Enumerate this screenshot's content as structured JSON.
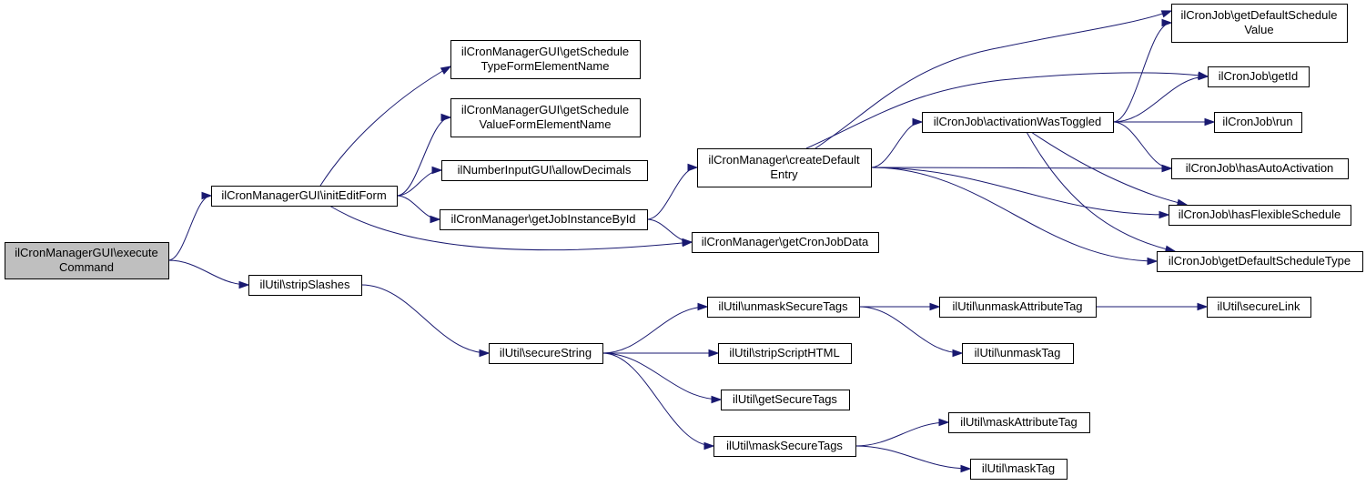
{
  "colors": {
    "edge": "#191970",
    "node_fill": "#ffffff",
    "root_fill": "#bfbfbf",
    "node_stroke": "#000000"
  },
  "nodes": [
    {
      "id": "exec",
      "lines": [
        "ilCronManagerGUI\\execute",
        "Command"
      ],
      "highlight": true
    },
    {
      "id": "init",
      "lines": [
        "ilCronManagerGUI\\initEditForm"
      ]
    },
    {
      "id": "strip",
      "lines": [
        "ilUtil\\stripSlashes"
      ]
    },
    {
      "id": "gstfen",
      "lines": [
        "ilCronManagerGUI\\getSchedule",
        "TypeFormElementName"
      ]
    },
    {
      "id": "gsvfen",
      "lines": [
        "ilCronManagerGUI\\getSchedule",
        "ValueFormElementName"
      ]
    },
    {
      "id": "allowdec",
      "lines": [
        "ilNumberInputGUI\\allowDecimals"
      ]
    },
    {
      "id": "gjibi",
      "lines": [
        "ilCronManager\\getJobInstanceById"
      ]
    },
    {
      "id": "cde",
      "lines": [
        "ilCronManager\\createDefault",
        "Entry"
      ]
    },
    {
      "id": "gcjd",
      "lines": [
        "ilCronManager\\getCronJobData"
      ]
    },
    {
      "id": "awt",
      "lines": [
        "ilCronJob\\activationWasToggled"
      ]
    },
    {
      "id": "gdsv",
      "lines": [
        "ilCronJob\\getDefaultSchedule",
        "Value"
      ]
    },
    {
      "id": "getid",
      "lines": [
        "ilCronJob\\getId"
      ]
    },
    {
      "id": "run",
      "lines": [
        "ilCronJob\\run"
      ]
    },
    {
      "id": "haa",
      "lines": [
        "ilCronJob\\hasAutoActivation"
      ]
    },
    {
      "id": "hfs",
      "lines": [
        "ilCronJob\\hasFlexibleSchedule"
      ]
    },
    {
      "id": "gdst",
      "lines": [
        "ilCronJob\\getDefaultScheduleType"
      ]
    },
    {
      "id": "secstr",
      "lines": [
        "ilUtil\\secureString"
      ]
    },
    {
      "id": "unmst",
      "lines": [
        "ilUtil\\unmaskSecureTags"
      ]
    },
    {
      "id": "unmat",
      "lines": [
        "ilUtil\\unmaskAttributeTag"
      ]
    },
    {
      "id": "seclink",
      "lines": [
        "ilUtil\\secureLink"
      ]
    },
    {
      "id": "unmtag",
      "lines": [
        "ilUtil\\unmaskTag"
      ]
    },
    {
      "id": "sshtml",
      "lines": [
        "ilUtil\\stripScriptHTML"
      ]
    },
    {
      "id": "gst",
      "lines": [
        "ilUtil\\getSecureTags"
      ]
    },
    {
      "id": "mst",
      "lines": [
        "ilUtil\\maskSecureTags"
      ]
    },
    {
      "id": "mat",
      "lines": [
        "ilUtil\\maskAttributeTag"
      ]
    },
    {
      "id": "mtag",
      "lines": [
        "ilUtil\\maskTag"
      ]
    }
  ],
  "edges": [
    [
      "exec",
      "init"
    ],
    [
      "exec",
      "strip"
    ],
    [
      "init",
      "gstfen"
    ],
    [
      "init",
      "gsvfen"
    ],
    [
      "init",
      "allowdec"
    ],
    [
      "init",
      "gjibi"
    ],
    [
      "init",
      "gcjd"
    ],
    [
      "gjibi",
      "cde"
    ],
    [
      "gjibi",
      "gcjd"
    ],
    [
      "cde",
      "awt"
    ],
    [
      "cde",
      "gdsv"
    ],
    [
      "cde",
      "getid"
    ],
    [
      "cde",
      "haa"
    ],
    [
      "cde",
      "hfs"
    ],
    [
      "cde",
      "gdst"
    ],
    [
      "awt",
      "gdsv"
    ],
    [
      "awt",
      "getid"
    ],
    [
      "awt",
      "run"
    ],
    [
      "awt",
      "haa"
    ],
    [
      "awt",
      "hfs"
    ],
    [
      "awt",
      "gdst"
    ],
    [
      "strip",
      "secstr"
    ],
    [
      "secstr",
      "unmst"
    ],
    [
      "secstr",
      "sshtml"
    ],
    [
      "secstr",
      "gst"
    ],
    [
      "secstr",
      "mst"
    ],
    [
      "unmst",
      "unmat"
    ],
    [
      "unmst",
      "unmtag"
    ],
    [
      "unmat",
      "seclink"
    ],
    [
      "mst",
      "mat"
    ],
    [
      "mst",
      "mtag"
    ]
  ]
}
